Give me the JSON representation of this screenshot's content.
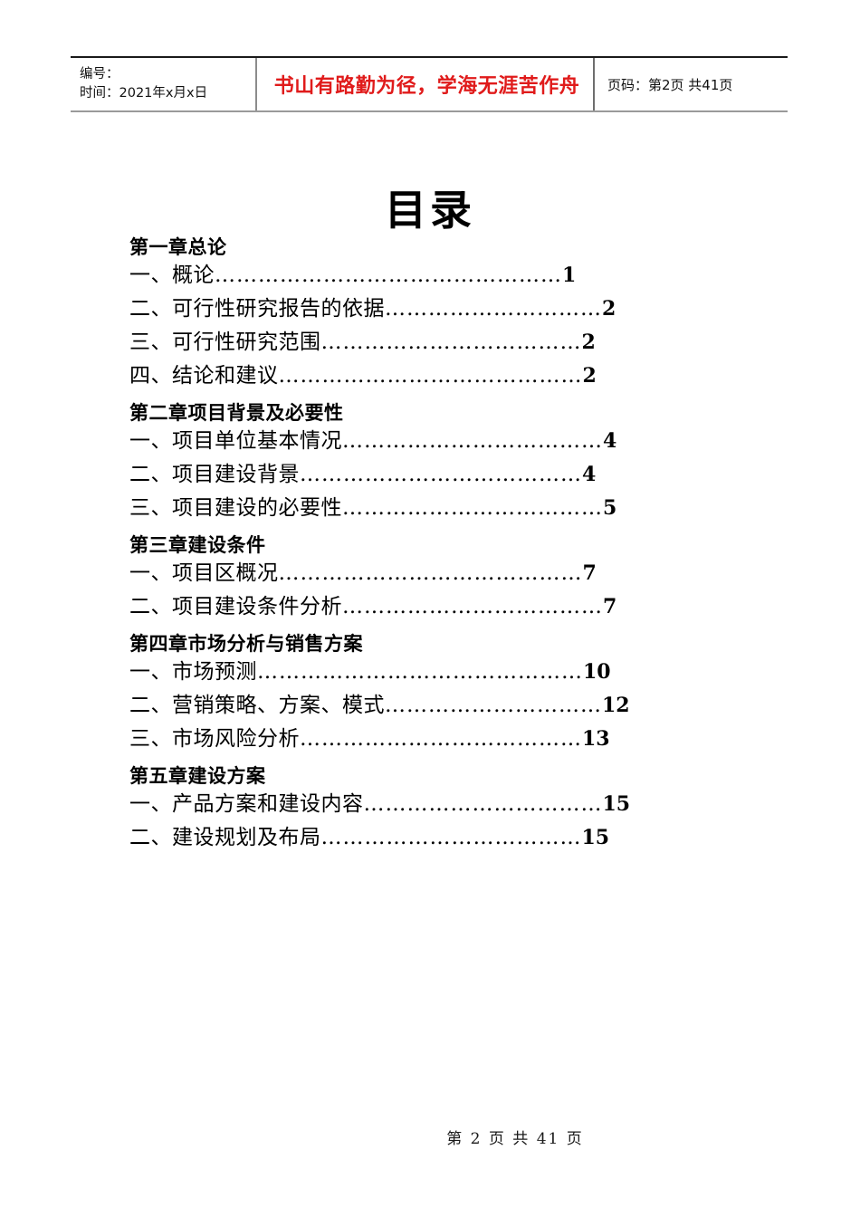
{
  "header": {
    "left_cell": {
      "line1": "编号：",
      "line2": "时间：2021年x月x日"
    },
    "motto": "书山有路勤为径，学海无涯苦作舟",
    "motto_color": "#e01b1b",
    "page_info": "页码：第2页 共41页"
  },
  "title": "目录",
  "toc": {
    "chapters": [
      {
        "heading": "第一章总论",
        "entries": [
          {
            "label": "一、概论",
            "leader": "…………………………………………",
            "page": "1"
          },
          {
            "label": "二、可行性研究报告的依据",
            "leader": "…………………………",
            "page": "2"
          },
          {
            "label": "三、可行性研究范围",
            "leader": "………………………………",
            "page": "2"
          },
          {
            "label": "四、结论和建议",
            "leader": "……………………………………",
            "page": "2"
          }
        ]
      },
      {
        "heading": "第二章项目背景及必要性",
        "entries": [
          {
            "label": "一、项目单位基本情况",
            "leader": "………………………………",
            "page": "4"
          },
          {
            "label": "二、项目建设背景",
            "leader": "…………………………………",
            "page": "4"
          },
          {
            "label": "三、项目建设的必要性",
            "leader": "………………………………",
            "page": "5"
          }
        ]
      },
      {
        "heading": "第三章建设条件",
        "entries": [
          {
            "label": "一、项目区概况",
            "leader": "……………………………………",
            "page": "7"
          },
          {
            "label": "二、项目建设条件分析",
            "leader": "………………………………",
            "page": "7"
          }
        ]
      },
      {
        "heading": "第四章市场分析与销售方案",
        "entries": [
          {
            "label": "一、市场预测",
            "leader": "………………………………………",
            "page": "10"
          },
          {
            "label": "二、营销策略、方案、模式",
            "leader": "…………………………",
            "page": "12"
          },
          {
            "label": "三、市场风险分析",
            "leader": "…………………………………",
            "page": "13"
          }
        ]
      },
      {
        "heading": "第五章建设方案",
        "entries": [
          {
            "label": "一、产品方案和建设内容",
            "leader": "……………………………",
            "page": "15"
          },
          {
            "label": "二、建设规划及布局",
            "leader": "………………………………",
            "page": "15"
          }
        ]
      }
    ]
  },
  "footer": {
    "text": "第 2 页 共 41 页"
  }
}
